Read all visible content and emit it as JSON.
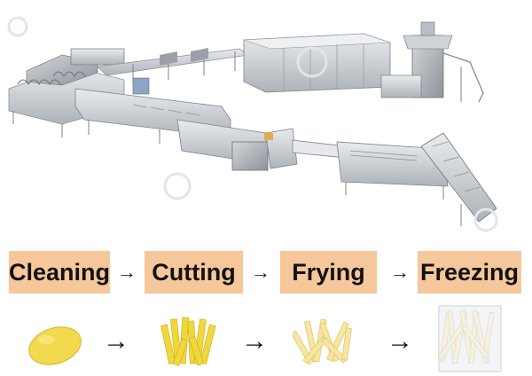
{
  "steps": [
    {
      "label": "Cleaning"
    },
    {
      "label": "Cutting"
    },
    {
      "label": "Frying"
    },
    {
      "label": "Freezing"
    }
  ],
  "arrow_glyph": "→",
  "colors": {
    "step_box": "#f6c79b",
    "machine_steel": "#c9ccd0",
    "potato": "#f2d94e",
    "fries": "#f7e6a0"
  },
  "products": [
    {
      "icon": "whole-potato-icon"
    },
    {
      "icon": "cut-potato-strips-icon"
    },
    {
      "icon": "fried-fries-icon"
    },
    {
      "icon": "frozen-fries-bag-icon"
    }
  ]
}
